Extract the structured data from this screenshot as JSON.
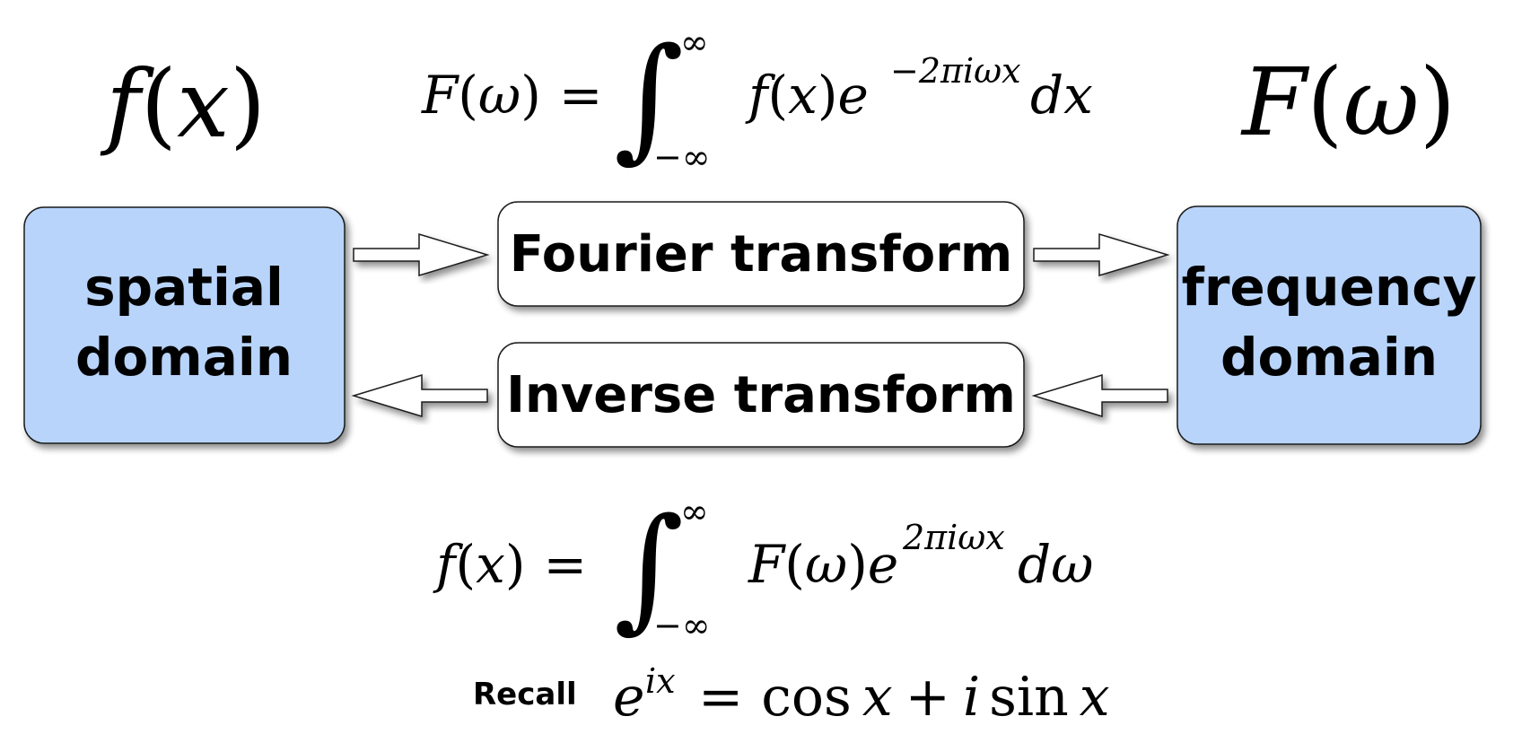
{
  "top_left_formula": {
    "func": "f",
    "open": "(",
    "var": "x",
    "close": ")"
  },
  "forward_formula": {
    "lhs_func": "F",
    "lhs_open": "(",
    "lhs_var": "ω",
    "lhs_close": ")",
    "equals": "=",
    "integral": "∫",
    "upper": "∞",
    "lower": "−∞",
    "integrand_func": "f",
    "integrand_open": "(",
    "integrand_var": "x",
    "integrand_close": ")",
    "base": "e",
    "exponent": "−2πiωx",
    "differential": "dx"
  },
  "top_right_formula": {
    "func": "F",
    "open": "(",
    "var": "ω",
    "close": ")"
  },
  "spatial_box": {
    "line1": "spatial",
    "line2": "domain"
  },
  "frequency_box": {
    "line1": "frequency",
    "line2": "domain"
  },
  "forward_box": {
    "label": "Fourier transform"
  },
  "inverse_box": {
    "label": "Inverse transform"
  },
  "inverse_formula": {
    "lhs_func": "f",
    "lhs_open": "(",
    "lhs_var": "x",
    "lhs_close": ")",
    "equals": "=",
    "integral": "∫",
    "upper": "∞",
    "lower": "−∞",
    "integrand_func": "F",
    "integrand_open": "(",
    "integrand_var": "ω",
    "integrand_close": ")",
    "base": "e",
    "exponent": "2πiωx",
    "differential": "dω"
  },
  "recall": {
    "label": "Recall",
    "base": "e",
    "exponent": "ix",
    "equals": "=",
    "cos": "cos",
    "x1": "x",
    "plus": "+",
    "i": "i",
    "sin": "sin",
    "x2": "x"
  },
  "colors": {
    "domain_fill": "#b8d4fb",
    "transform_fill": "#ffffff",
    "stroke": "#1a1a1a"
  }
}
